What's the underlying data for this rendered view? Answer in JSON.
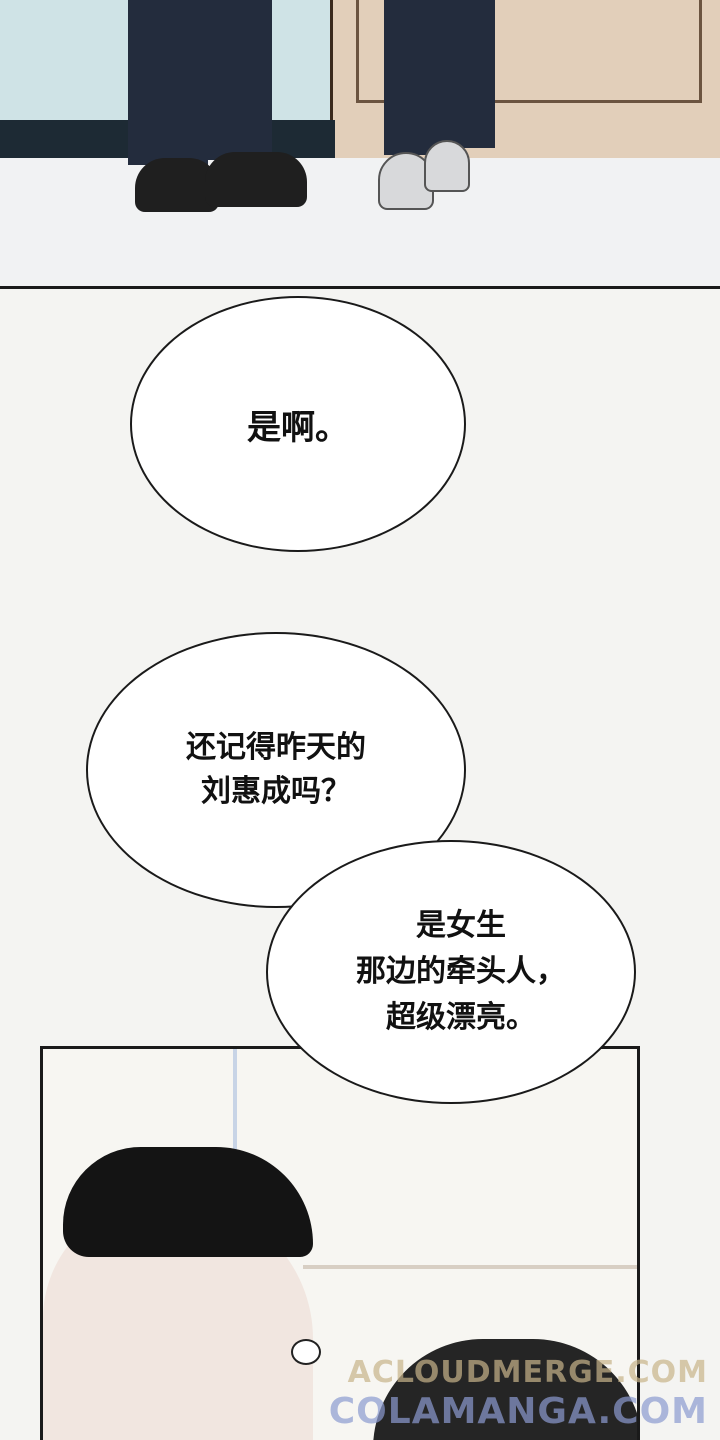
{
  "bubbles": {
    "first": "是啊。",
    "second": [
      "还记得昨天的",
      "刘惠成吗？"
    ],
    "third": [
      "是女生",
      "那边的牵头人，",
      "超级漂亮。"
    ]
  },
  "watermark": {
    "line1": "ACLOUDMERGE.COM",
    "line2": "COLAMANGA.COM"
  }
}
